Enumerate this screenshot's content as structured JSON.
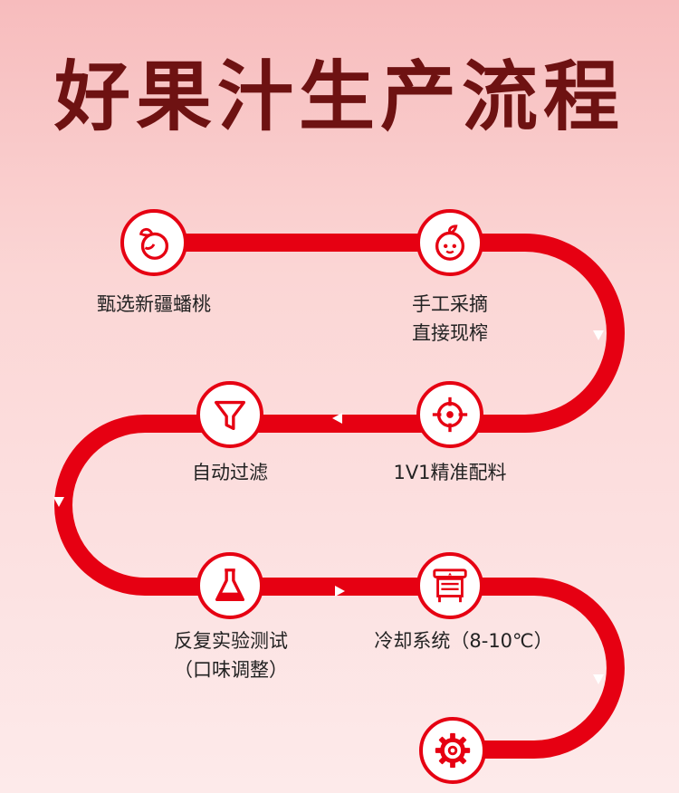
{
  "title": "好果汁生产流程",
  "colors": {
    "accent": "#e60012",
    "title": "#6e1212",
    "text": "#222222"
  },
  "steps": [
    {
      "icon": "peach-icon",
      "lines": [
        "甄选新疆蟠桃"
      ]
    },
    {
      "icon": "fruit-face-icon",
      "lines": [
        "手工采摘",
        "直接现榨"
      ]
    },
    {
      "icon": "target-icon",
      "lines": [
        "1V1精准配料"
      ]
    },
    {
      "icon": "filter-funnel-icon",
      "lines": [
        "自动过滤"
      ]
    },
    {
      "icon": "flask-icon",
      "lines": [
        "反复实验测试",
        "（口味调整）"
      ]
    },
    {
      "icon": "cooling-machine-icon",
      "lines": [
        "冷却系统（8-10℃）"
      ]
    },
    {
      "icon": "gear-icon",
      "lines": [
        ""
      ]
    }
  ]
}
